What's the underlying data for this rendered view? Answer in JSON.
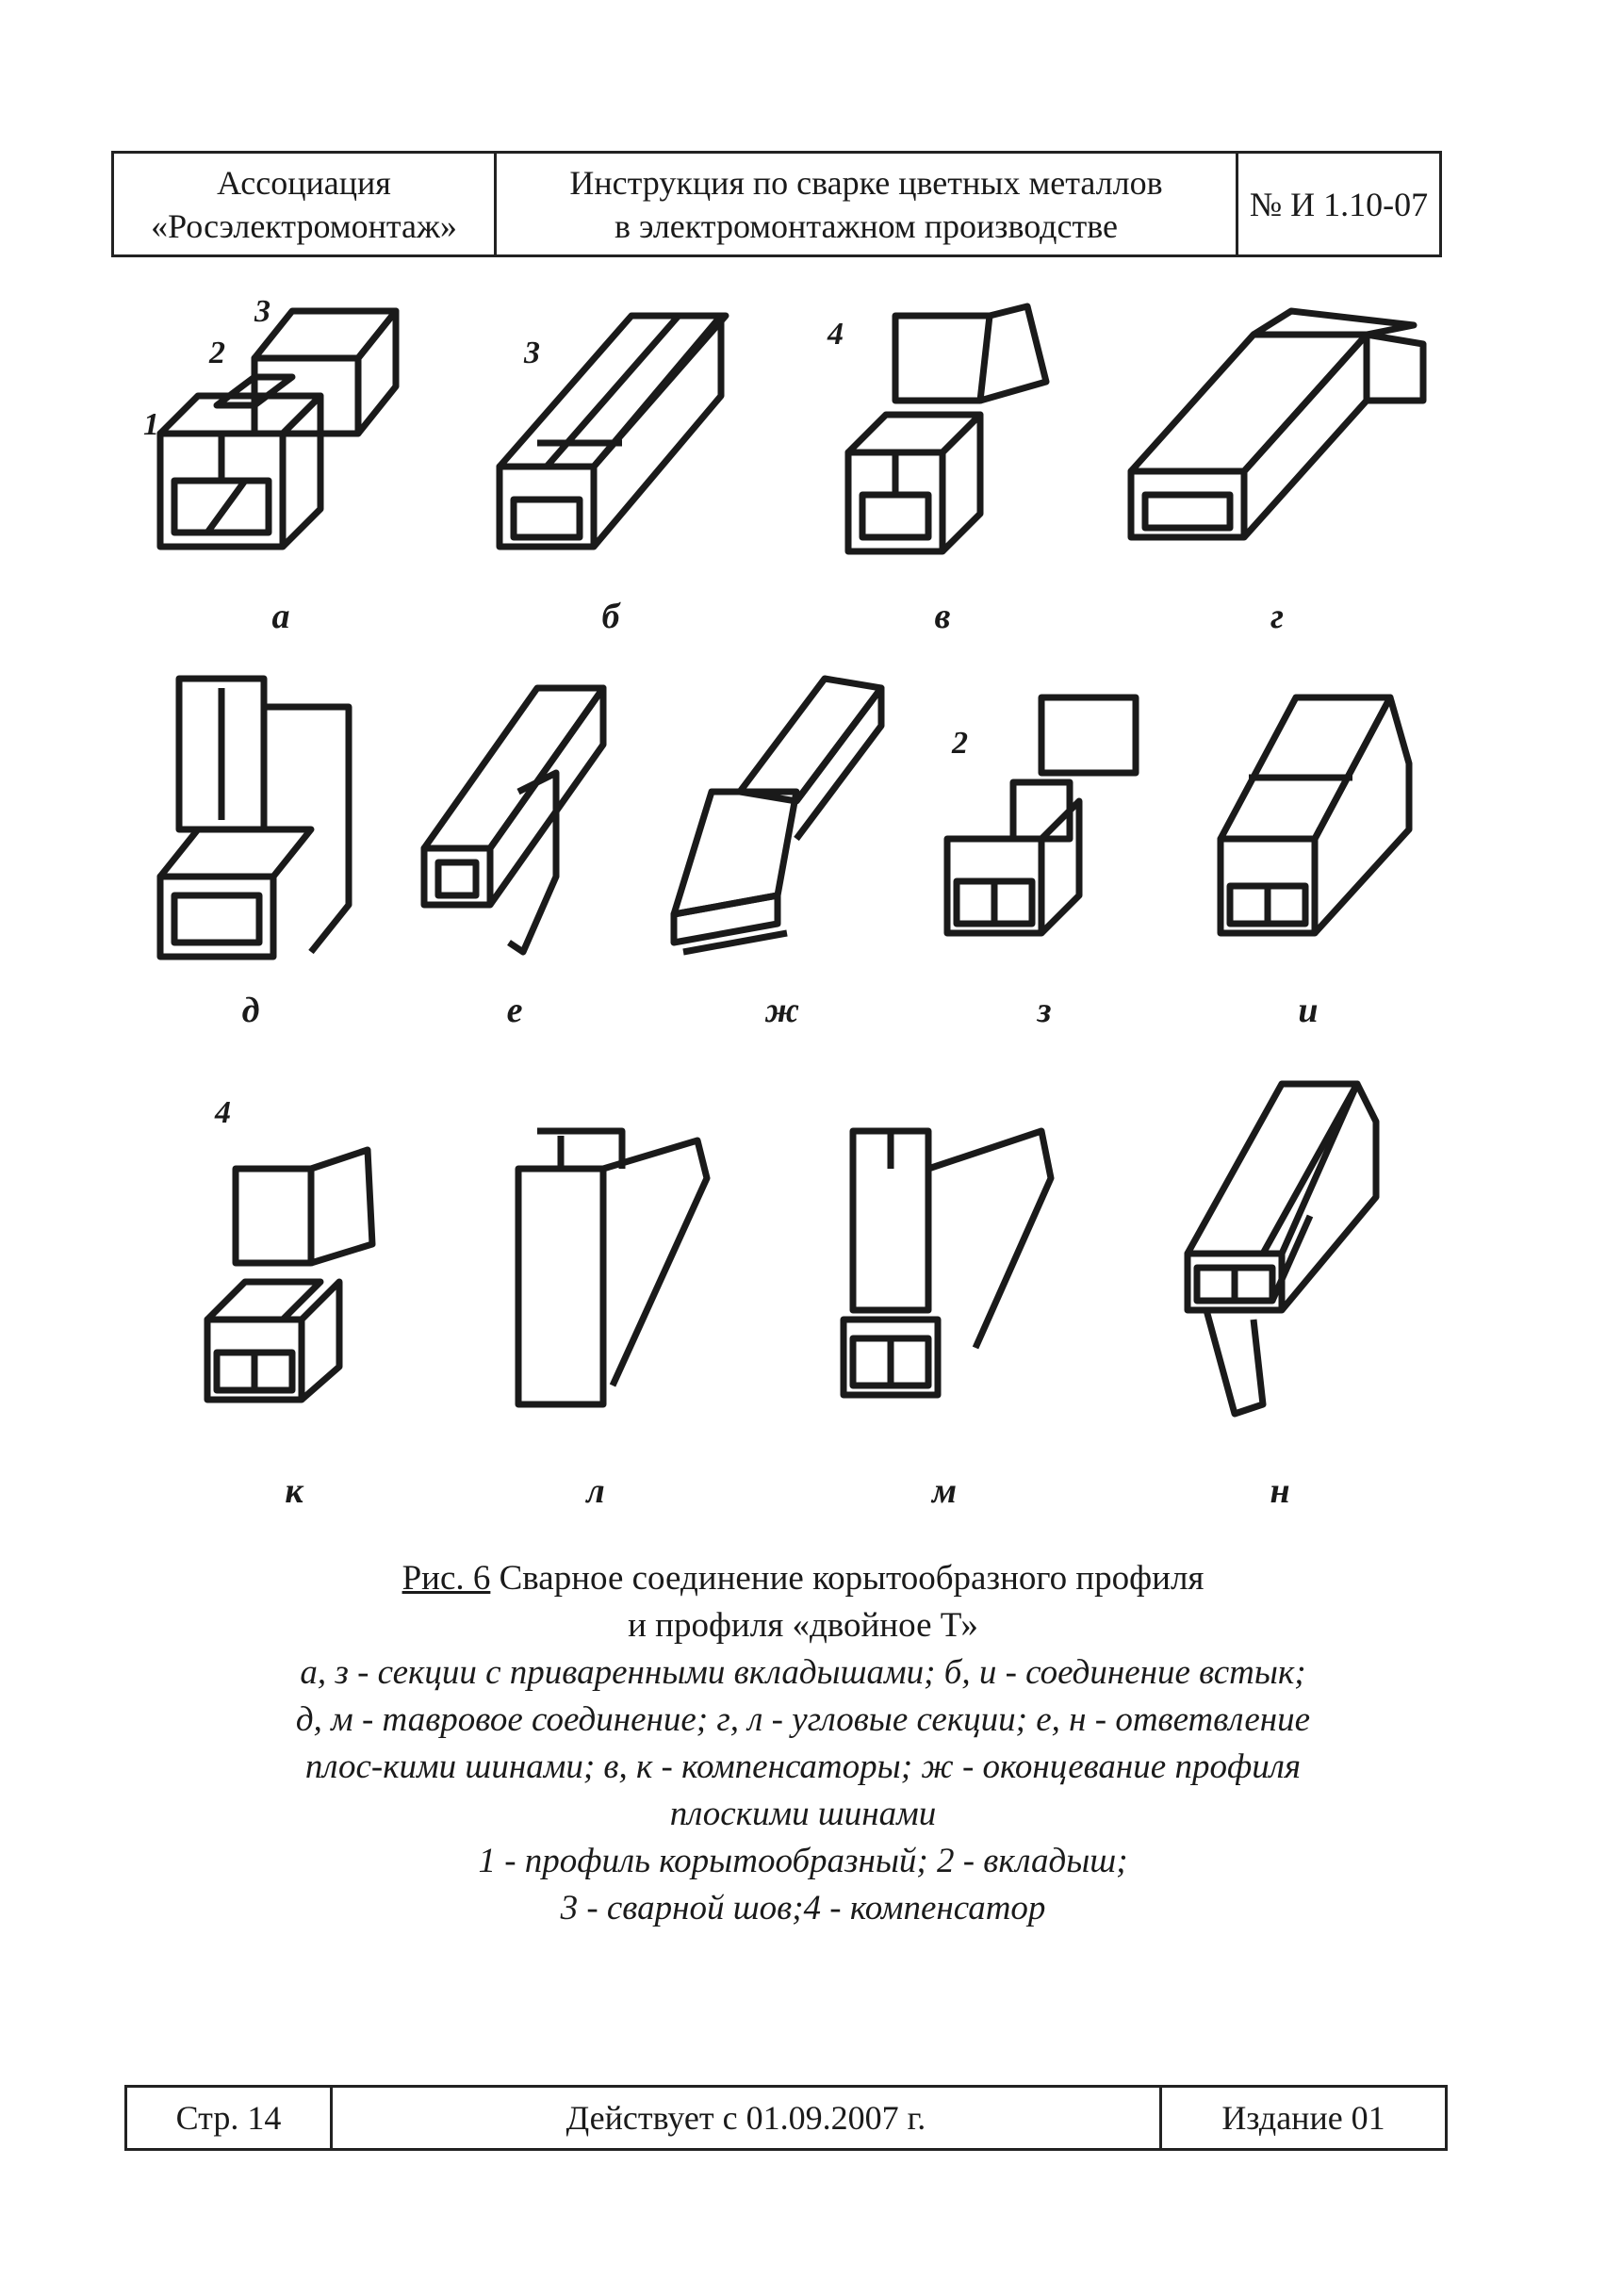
{
  "header": {
    "org_line1": "Ассоциация",
    "org_line2": "«Росэлектромонтаж»",
    "title_line1": "Инструкция по сварке цветных металлов",
    "title_line2": "в электромонтажном производстве",
    "doc_number": "№ И 1.10-07"
  },
  "figure": {
    "callouts": {
      "n1": "1",
      "n2": "2",
      "n3": "3",
      "n4": "4"
    },
    "row1": [
      "а",
      "б",
      "в",
      "г"
    ],
    "row2": [
      "д",
      "е",
      "ж",
      "з",
      "и"
    ],
    "row3": [
      "к",
      "л",
      "м",
      "н"
    ]
  },
  "caption": {
    "fig_ref": "Рис. 6",
    "title_line1": "Сварное соединение корытообразного профиля",
    "title_line2": "и профиля «двойное Т»",
    "legend_line1": "а, з - секции с приваренными вкладышами; б, и - соединение встык;",
    "legend_line2": "д, м - тавровое соединение; г, л - угловые секции; е, н - ответвление",
    "legend_line3": "плос-кими шинами; в, к - компенсаторы; ж - оконцевание профиля",
    "legend_line4": "плоскими шинами",
    "legend_line5": "1 - профиль корытообразный; 2 - вкладыш;",
    "legend_line6": "3 - сварной шов;4 - компенсатор"
  },
  "footer": {
    "page": "Стр. 14",
    "valid_from": "Действует с 01.09.2007 г.",
    "edition": "Издание 01"
  }
}
